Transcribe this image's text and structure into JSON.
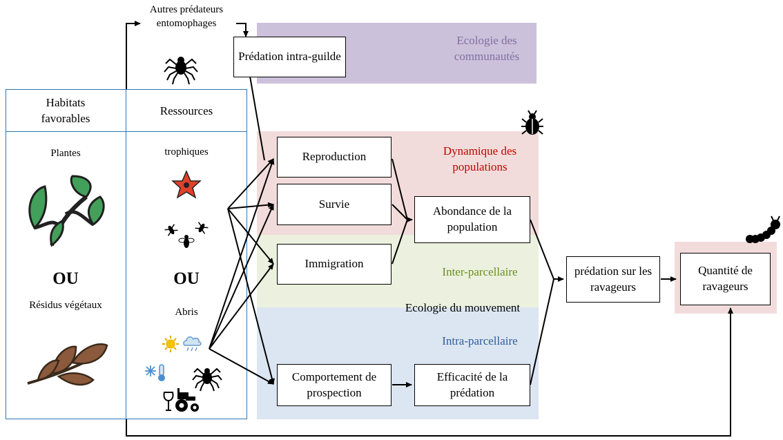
{
  "colors": {
    "communautes_band": "#ccc1da",
    "populations_band": "#f2dcdb",
    "inter_band": "#ebf1de",
    "intra_band": "#dce6f2",
    "ravageurs_band": "#f2dcdb",
    "panel_border": "#2e75b6",
    "communautes_text": "#7f6fa3",
    "populations_text": "#c00000",
    "inter_text": "#6b8e23",
    "intra_text": "#2e5c9a"
  },
  "left_panel": {
    "col1_header": "Habitats favorables",
    "col2_header": "Ressources",
    "plantes": "Plantes",
    "ou_1": "OU",
    "residus": "Résidus végétaux",
    "trophiques": "trophiques",
    "ou_2": "OU",
    "abris": "Abris"
  },
  "top_label": "Autres prédateurs entomophages",
  "boxes": {
    "predation_intraguilde": "Prédation intra-guilde",
    "reproduction": "Reproduction",
    "survie": "Survie",
    "immigration": "Immigration",
    "comportement": "Comportement de prospection",
    "abondance": "Abondance de la population",
    "efficacite": "Efficacité de la prédation",
    "predation_ravageurs": "prédation sur les ravageurs",
    "quantite": "Quantité de ravageurs"
  },
  "regions": {
    "communautes": "Ecologie des communautés",
    "populations": "Dynamique des populations",
    "inter": "Inter-parcellaire",
    "mouvement": "Ecologie du mouvement",
    "intra": "Intra-parcellaire"
  },
  "icons": [
    "spider-icon",
    "beetle-icon",
    "caterpillar-icon",
    "leaf-plant-icon",
    "dead-leaves-icon",
    "flower-icon",
    "insects-icon",
    "sun-icon",
    "cloud-rain-icon",
    "snowflake-icon",
    "thermometer-icon",
    "shovel-icon",
    "tractor-icon"
  ]
}
